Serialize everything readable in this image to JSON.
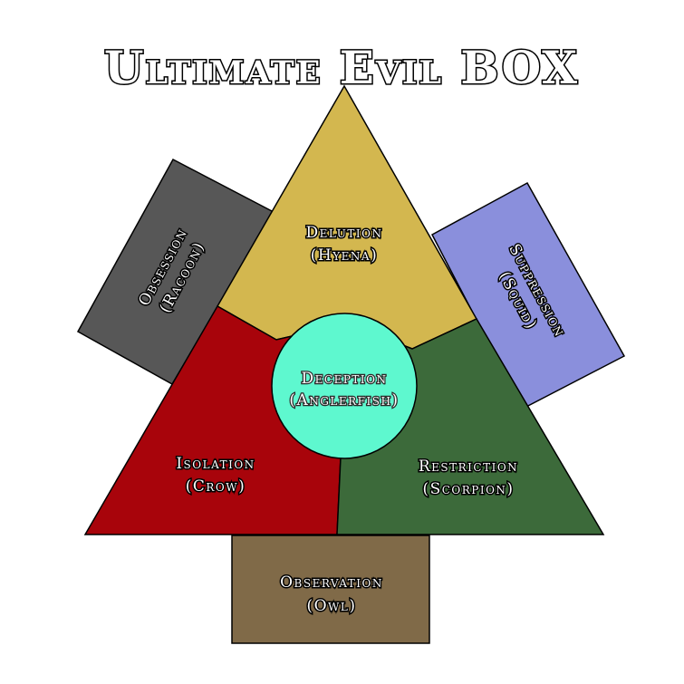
{
  "title": "Ultimate Evil BOX",
  "colors": {
    "obsession": "#575757",
    "suppression": "#8a8fdc",
    "delution": "#d3b74f",
    "isolation": "#a8040b",
    "restriction": "#3c6a3a",
    "deception": "#5ef8cf",
    "observation": "#806a48"
  },
  "nodes": {
    "obsession": {
      "name": "Obsession",
      "animal": "(Racoon)"
    },
    "suppression": {
      "name": "Suppression",
      "animal": "(Squid)"
    },
    "delution": {
      "name": "Delution",
      "animal": "(Hyena)"
    },
    "isolation": {
      "name": "Isolation",
      "animal": "(Crow)"
    },
    "restriction": {
      "name": "Restriction",
      "animal": "(Scorpion)"
    },
    "deception": {
      "name": "Deception",
      "animal": "(Anglerfish)"
    },
    "observation": {
      "name": "Observation",
      "animal": "(Owl)"
    }
  }
}
